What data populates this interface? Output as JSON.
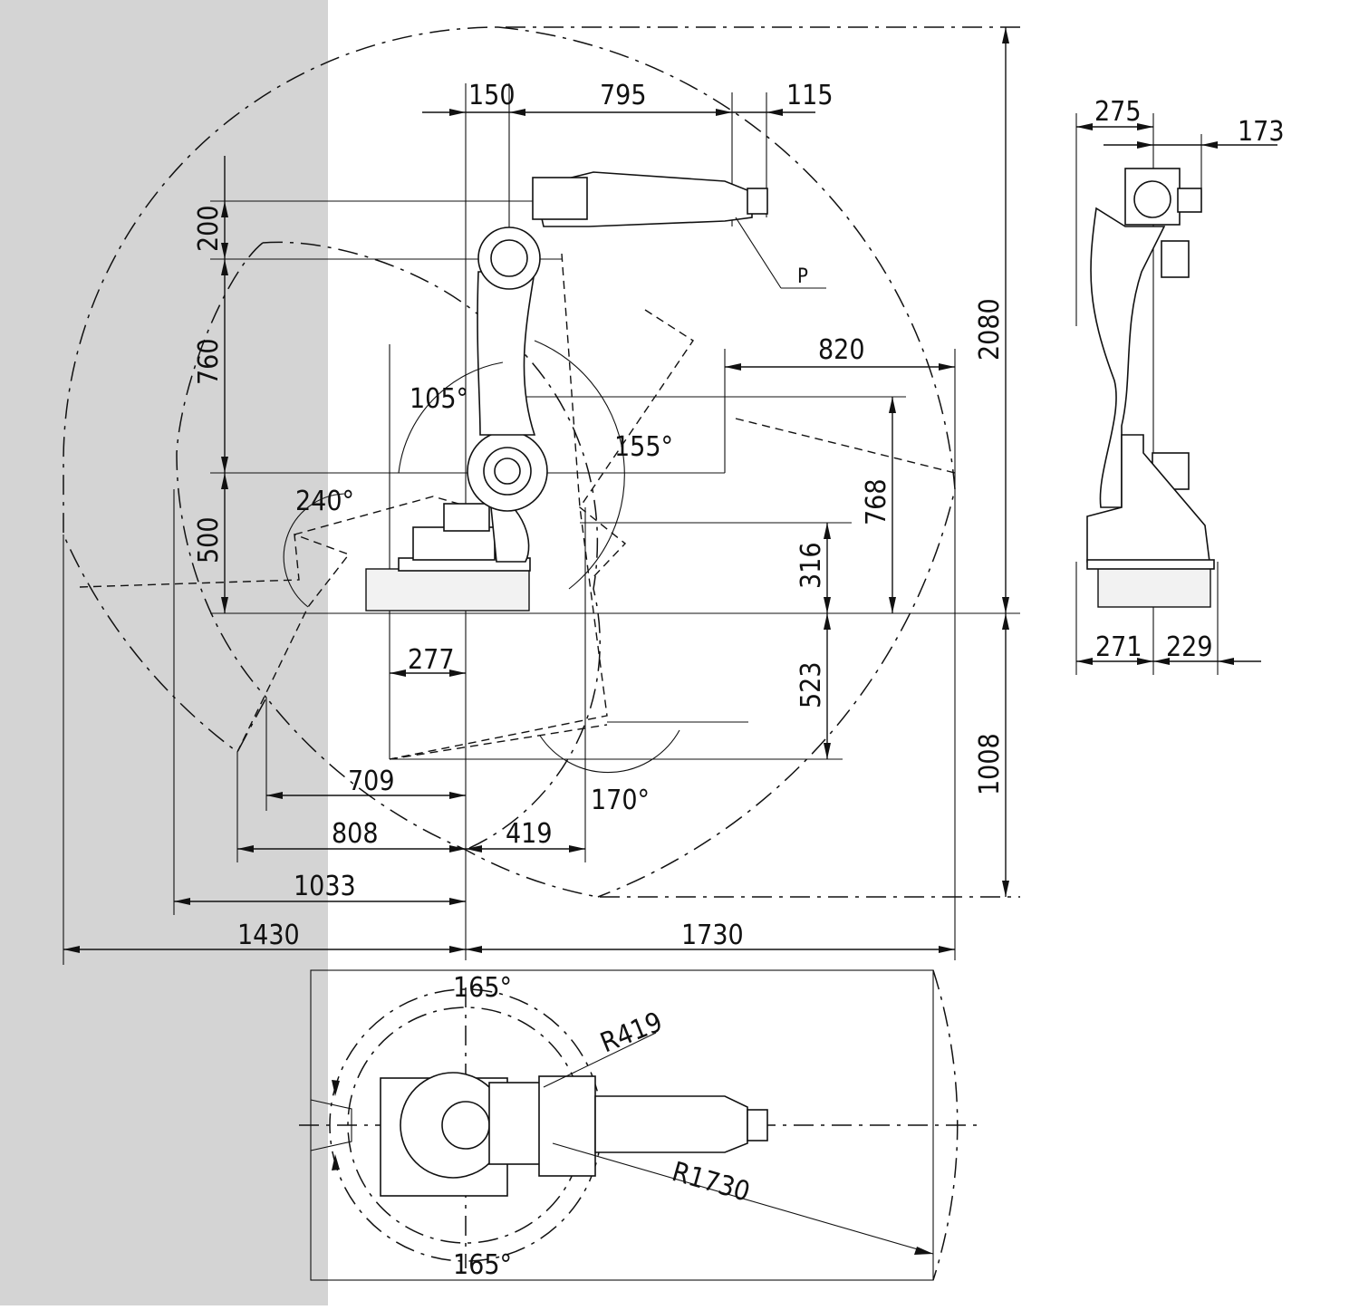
{
  "colors": {
    "background": "#ffffff",
    "shaded_area": "#d4d4d4",
    "lines": "#111111"
  },
  "side_view": {
    "top_dims": [
      "150",
      "795",
      "115"
    ],
    "height_dims": [
      "200",
      "760",
      "500"
    ],
    "total_height": "2080",
    "lower_height": "1008",
    "reach_820": "820",
    "right_dims": [
      "768",
      "316",
      "523"
    ],
    "angles": [
      "105°",
      "155°",
      "240°",
      "170°"
    ],
    "point_label": "P",
    "small_dims": [
      "277",
      "709",
      "808",
      "419"
    ],
    "bottom_dims": [
      "1033",
      "1430",
      "1730"
    ]
  },
  "front_view": {
    "top_dims": [
      "275",
      "173"
    ],
    "bottom_dims": [
      "271",
      "229"
    ]
  },
  "top_view": {
    "angle_top": "165°",
    "angle_bottom": "165°",
    "radius_inner": "R419",
    "radius_outer": "R1730"
  }
}
